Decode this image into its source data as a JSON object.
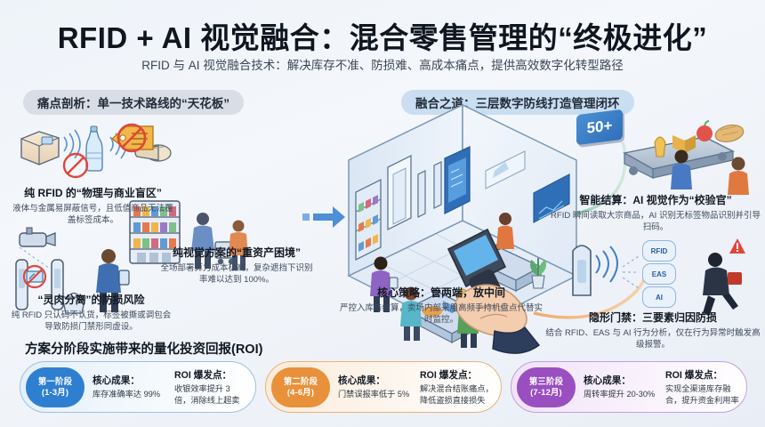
{
  "header": {
    "title": "RFID + AI 视觉融合：混合零售管理的“终极进化”",
    "subtitle": "RFID 与 AI 视觉融合技术：解决库存不准、防损难、高成本痛点，提供高效数字化转型路径"
  },
  "sections": {
    "left_pill": "痛点剖析：单一技术路线的“天花板”",
    "mid_pill": "融合之道：三层数字防线打造管理闭环"
  },
  "pain_points": [
    {
      "heading": "纯 RFID 的“物理与商业盲区”",
      "body": "液体与金属易屏蔽信号，且低值商品无法覆盖标签成本。"
    },
    {
      "heading": "纯视觉方案的“重资产困境”",
      "body": "全场部署算力成本极高，复杂遮挡下识别率难以达到 100%。"
    },
    {
      "heading": "“灵肉分离”的防损风险",
      "body": "纯 RFID 只认码不认货，标签被撕或调包会导致防损门禁形同虚设。"
    }
  ],
  "center": {
    "heading": "核心策略：管两端，放中间",
    "body": "严控入库与结算，卖场内部采用高频手持机盘点代替实时监控。",
    "badge_value": "50+"
  },
  "right_points": [
    {
      "heading": "智能结算：AI 视觉作为“校验官”",
      "body": "RFID 瞬间读取大宗商品，AI 识别无标签物品识别并引导扫码。"
    },
    {
      "heading": "隐形门禁：三要素归因防损",
      "body": "结合 RFID、EAS 与 AI 行为分析，仅在行为异常时触发高级报警。"
    }
  ],
  "gate_chips": [
    {
      "label": "RFID"
    },
    {
      "label": "EAS"
    },
    {
      "label": "AI"
    }
  ],
  "roi": {
    "title": "方案分阶段实施带来的量化投资回报(ROI)",
    "result_label": "核心成果：",
    "roi_label": "ROI 爆发点：",
    "phases": [
      {
        "phase_name": "第一阶段",
        "phase_range": "(1-3月)",
        "result": "库存准确率达 99%",
        "roi": "收银效率提升 3 倍，消除线上超卖",
        "color": "#2f7fd0"
      },
      {
        "phase_name": "第二阶段",
        "phase_range": "(4-6月)",
        "result": "门禁误报率低于 5%",
        "roi": "解决混合结账痛点，降低盗损直接损失",
        "color": "#e8903a"
      },
      {
        "phase_name": "第三阶段",
        "phase_range": "(7-12月)",
        "result": "周转率提升 20-30%",
        "roi": "实现全渠道库存融合，提升资金利用率",
        "color": "#9a4fc0"
      }
    ]
  }
}
